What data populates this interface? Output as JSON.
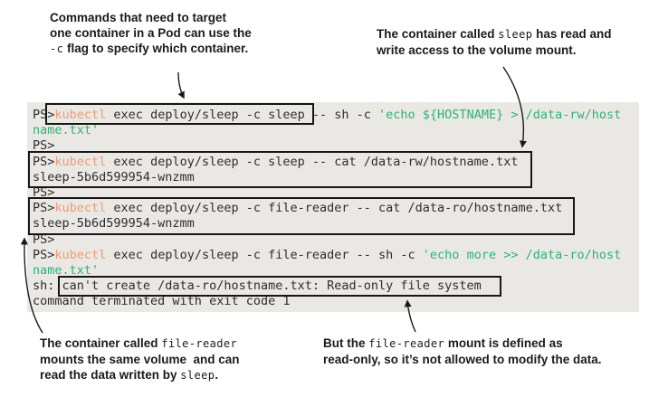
{
  "colors": {
    "fg": "#2e2e2e",
    "cmd": "#f19b72",
    "str": "#2cb376",
    "terminal_bg": "#e9e8e4",
    "box_border": "#161616",
    "callout_text": "#1d1a19",
    "arrow": "#1a1a1a"
  },
  "callouts": {
    "top_left": {
      "lines": [
        [
          {
            "t": "Commands that need to target"
          }
        ],
        [
          {
            "t": "one container in a Pod can use the"
          }
        ],
        [
          {
            "t": "-c",
            "c": "code"
          },
          {
            "t": " flag to specify which container."
          }
        ]
      ]
    },
    "top_right": {
      "lines": [
        [
          {
            "t": "The container called "
          },
          {
            "t": "sleep",
            "c": "code"
          },
          {
            "t": " has read and"
          }
        ],
        [
          {
            "t": "write access to the volume mount."
          }
        ]
      ]
    },
    "bottom_left": {
      "lines": [
        [
          {
            "t": "The container called "
          },
          {
            "t": "file-reader",
            "c": "code"
          }
        ],
        [
          {
            "t": "mounts the same volume  and can"
          }
        ],
        [
          {
            "t": "read the data written by "
          },
          {
            "t": "sleep",
            "c": "code"
          },
          {
            "t": "."
          }
        ]
      ]
    },
    "bottom_right": {
      "lines": [
        [
          {
            "t": "But the "
          },
          {
            "t": "file-reader",
            "c": "code"
          },
          {
            "t": " mount is defined as"
          }
        ],
        [
          {
            "t": "read-only, so it’s not allowed to modify the data."
          }
        ]
      ]
    }
  },
  "terminal": {
    "lines": [
      {
        "segments": [
          {
            "t": "PS>",
            "c": "fg"
          },
          {
            "t": "kubectl",
            "c": "cmd"
          },
          {
            "t": " exec deploy/sleep -c sleep -- sh -c ",
            "c": "fg"
          },
          {
            "t": "'echo ${HOSTNAME} > /data-rw/host",
            "c": "str"
          }
        ]
      },
      {
        "segments": [
          {
            "t": "name.txt'",
            "c": "str"
          }
        ]
      },
      {
        "segments": [
          {
            "t": "PS>",
            "c": "fg"
          }
        ]
      },
      {
        "segments": [
          {
            "t": "PS>",
            "c": "fg"
          },
          {
            "t": "kubectl",
            "c": "cmd"
          },
          {
            "t": " exec deploy/sleep -c sleep -- cat /data-rw/hostname.txt",
            "c": "fg"
          }
        ]
      },
      {
        "segments": [
          {
            "t": "sleep-5b6d599954-wnzmm",
            "c": "fg"
          }
        ]
      },
      {
        "segments": [
          {
            "t": "PS>",
            "c": "fg"
          }
        ]
      },
      {
        "segments": [
          {
            "t": "PS>",
            "c": "fg"
          },
          {
            "t": "kubectl",
            "c": "cmd"
          },
          {
            "t": " exec deploy/sleep -c file-reader -- cat /data-ro/hostname.txt",
            "c": "fg"
          }
        ]
      },
      {
        "segments": [
          {
            "t": "sleep-5b6d599954-wnzmm",
            "c": "fg"
          }
        ]
      },
      {
        "segments": [
          {
            "t": "PS>",
            "c": "fg"
          }
        ]
      },
      {
        "segments": [
          {
            "t": "PS>",
            "c": "fg"
          },
          {
            "t": "kubectl",
            "c": "cmd"
          },
          {
            "t": " exec deploy/sleep -c file-reader -- sh -c ",
            "c": "fg"
          },
          {
            "t": "'echo more >> /data-ro/host",
            "c": "str"
          }
        ]
      },
      {
        "segments": [
          {
            "t": "name.txt'",
            "c": "str"
          }
        ]
      },
      {
        "segments": [
          {
            "t": "sh: can't create /data-ro/hostname.txt: Read-only file system",
            "c": "fg"
          }
        ]
      },
      {
        "segments": [
          {
            "t": "command terminated with exit code 1",
            "c": "fg"
          }
        ]
      }
    ]
  }
}
